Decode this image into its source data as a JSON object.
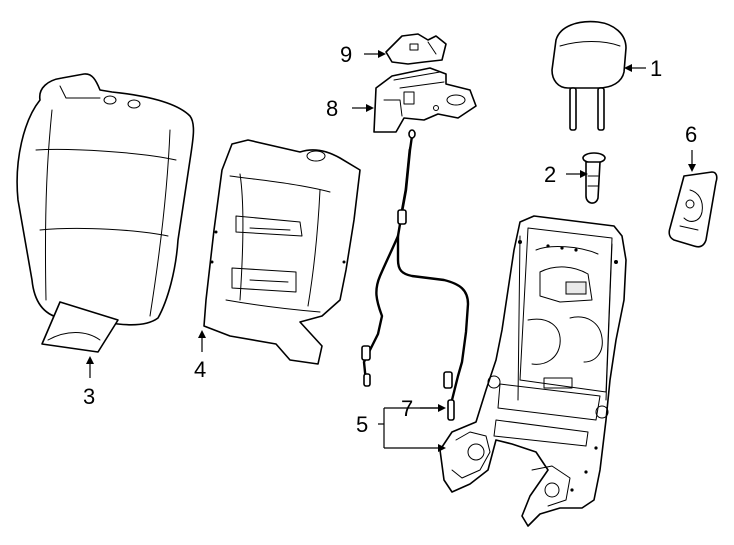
{
  "callouts": {
    "c1": "1",
    "c2": "2",
    "c3": "3",
    "c4": "4",
    "c5": "5",
    "c6": "6",
    "c7": "7",
    "c8": "8",
    "c9": "9"
  },
  "line_color": "#000000",
  "background_color": "#ffffff"
}
